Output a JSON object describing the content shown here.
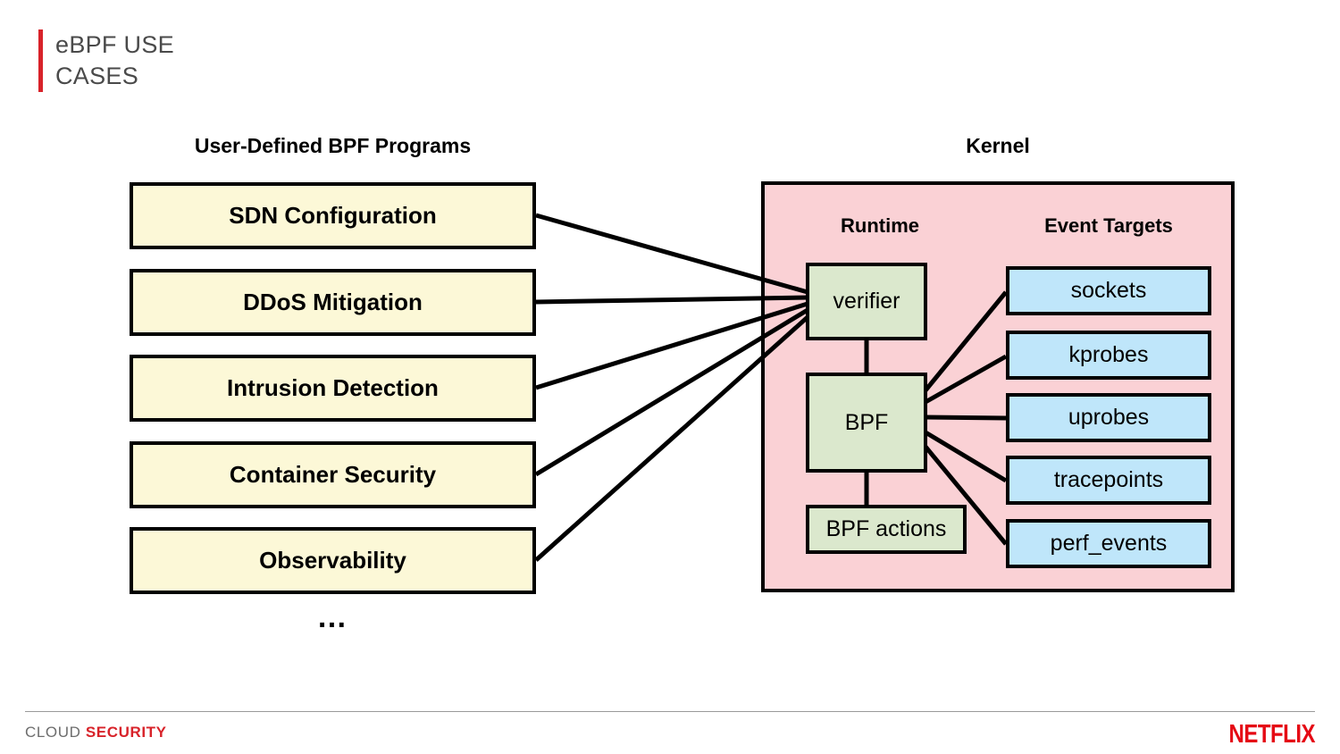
{
  "slide": {
    "title": "eBPF USE\nCASES",
    "accent_color": "#d8232a"
  },
  "columns": {
    "left_heading": "User-Defined BPF Programs",
    "right_heading": "Kernel"
  },
  "programs": {
    "ellipsis": "…",
    "items": [
      {
        "label": "SDN Configuration"
      },
      {
        "label": "DDoS Mitigation"
      },
      {
        "label": "Intrusion Detection"
      },
      {
        "label": "Container Security"
      },
      {
        "label": "Observability"
      }
    ]
  },
  "kernel": {
    "panel_color": "#fad1d5",
    "runtime": {
      "heading": "Runtime",
      "box_color": "#dbe8cd",
      "items": [
        {
          "label": "verifier"
        },
        {
          "label": "BPF"
        },
        {
          "label": "BPF actions"
        }
      ]
    },
    "event_targets": {
      "heading": "Event Targets",
      "box_color": "#bfe6fa",
      "items": [
        {
          "label": "sockets"
        },
        {
          "label": "kprobes"
        },
        {
          "label": "uprobes"
        },
        {
          "label": "tracepoints"
        },
        {
          "label": "perf_events"
        }
      ]
    }
  },
  "footer": {
    "label_primary": "CLOUD",
    "label_secondary": "SECURITY",
    "brand": "NETFLIX"
  }
}
